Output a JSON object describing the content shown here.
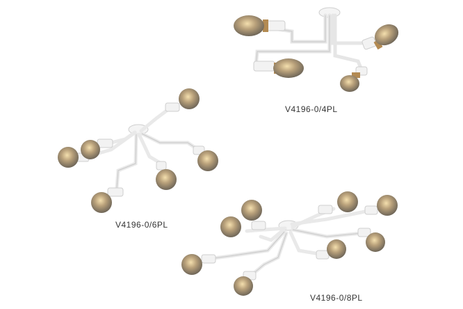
{
  "products": [
    {
      "model": "V4196-0/4PL"
    },
    {
      "model": "V4196-0/6PL"
    },
    {
      "model": "V4196-0/8PL"
    }
  ],
  "colors": {
    "background": "#ffffff",
    "fixture": "#f2f2f2",
    "fixture_shade": "#cfcfcf",
    "bulb_glass": "#8a8070",
    "bulb_glow": "#e9c98a",
    "bulb_base": "#b38a52",
    "label": "#333333"
  }
}
